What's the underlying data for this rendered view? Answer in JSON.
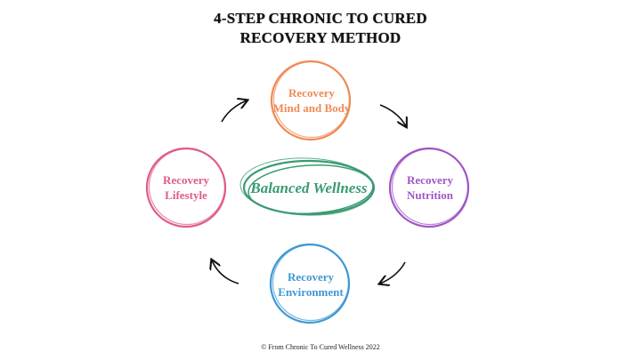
{
  "title": {
    "line1": "4-STEP CHRONIC TO CURED",
    "line2": "RECOVERY METHOD"
  },
  "center": {
    "label": "Balanced Wellness",
    "color": "#3a9a72"
  },
  "nodes": {
    "top": {
      "line1": "Recovery",
      "line2": "Mind and Body",
      "color": "#ef8a55"
    },
    "right": {
      "line1": "Recovery",
      "line2": "Nutrition",
      "color": "#a056c6"
    },
    "bottom": {
      "line1": "Recovery",
      "line2": "Environment",
      "color": "#3f98d4"
    },
    "left": {
      "line1": "Recovery",
      "line2": "Lifestyle",
      "color": "#e05a8a"
    }
  },
  "arrow_color": "#111111",
  "footer": "© From Chronic To Cured Wellness 2022"
}
